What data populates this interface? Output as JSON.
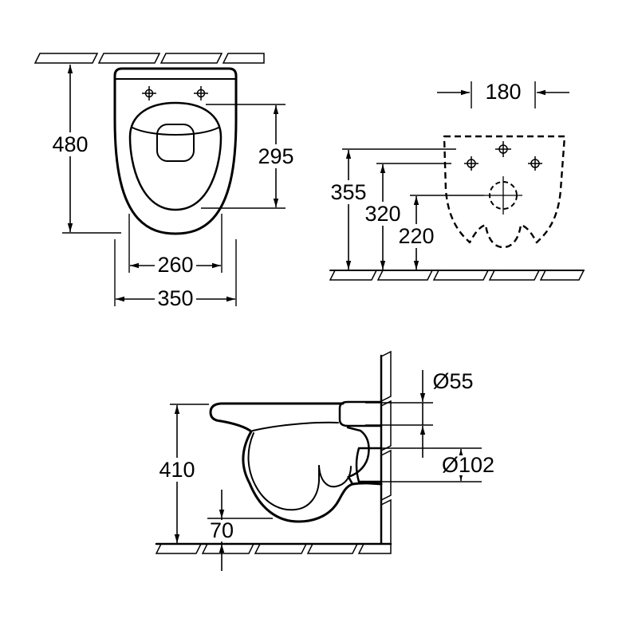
{
  "colors": {
    "ink": "#000000",
    "paper": "#ffffff"
  },
  "views": {
    "top_view": {
      "dim_overall_depth": "480",
      "dim_bowl_depth": "295",
      "dim_bowl_width": "260",
      "dim_overall_width": "350"
    },
    "rear_view": {
      "dim_fixing_centres": "180",
      "dim_height_top_holes": "355",
      "dim_height_side_holes": "320",
      "dim_height_outlet": "220"
    },
    "side_view": {
      "dim_height_overall": "410",
      "dim_front_clearance": "70",
      "dim_flush_connection": "Ø55",
      "dim_outlet_connection": "Ø102"
    }
  }
}
